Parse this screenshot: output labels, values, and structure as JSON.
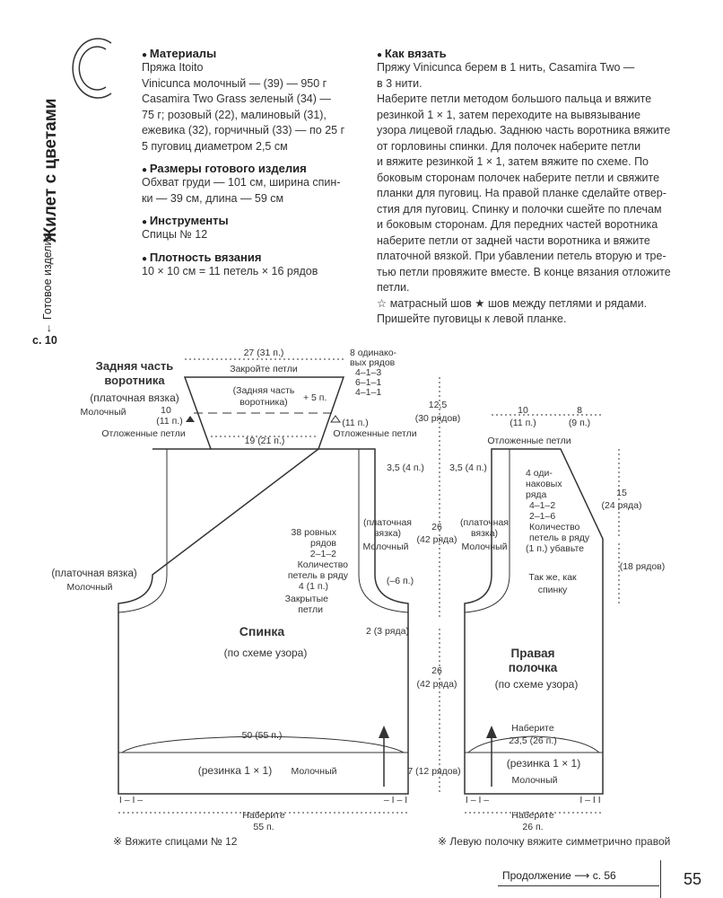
{
  "side": {
    "title": "Жилет с цветами",
    "subtitle": "Готовое изделие",
    "back_arrow": "←",
    "page_ref": "с. 10",
    "letter": "C"
  },
  "materials": {
    "heading": "Материалы",
    "lines": [
      "Пряжа Itoito",
      "Vinicunca молочный — (39) — 950 г",
      "Casamira Two Grass зеленый (34) —",
      "75 г; розовый (22), малиновый (31),",
      "ежевика (32), горчичный (33) — по 25 г",
      "5 пуговиц диаметром 2,5 см"
    ]
  },
  "sizes": {
    "heading": "Размеры готового изделия",
    "lines": [
      "Обхват груди — 101 см, ширина спин-",
      "ки — 39 см, длина — 59 см"
    ]
  },
  "tools": {
    "heading": "Инструменты",
    "lines": [
      "Спицы № 12"
    ]
  },
  "density": {
    "heading": "Плотность вязания",
    "lines": [
      "10 × 10 см = 11 петель × 16 рядов"
    ]
  },
  "howto": {
    "heading": "Как вязать",
    "lines": [
      "Пряжу Vinicunca берем в 1 нить, Casamira Two —",
      "в 3 нити.",
      "Наберите петли методом большого пальца и вяжите",
      "резинкой 1 × 1, затем переходите на вывязывание",
      "узора лицевой гладью. Заднюю часть воротника вяжите",
      "от горловины спинки. Для полочек наберите петли",
      "и вяжите резинкой 1 × 1, затем вяжите по схеме. По",
      "боковым сторонам полочек наберите петли и свяжите",
      "планки для пуговиц.  На правой планке сделайте отвер-",
      "стия для пуговиц. Спинку и полочки сшейте по плечам",
      "и боковым сторонам.  Для передних частей воротника",
      "наберите петли от задней части воротника и вяжите",
      "платочной вязкой. При убавлении петель вторую и тре-",
      "тью петли провяжите вместе. В конце вязания отложите",
      "петли."
    ],
    "legend_open": "☆",
    "legend_open_text": " матрасный шов ",
    "legend_filled": "★",
    "legend_filled_text": " шов между петлями и рядами.",
    "last_line": "Пришейте пуговицы к левой планке."
  },
  "diagram": {
    "collar_title_1": "Задняя часть",
    "collar_title_2": "воротника",
    "collar_knit": "(платочная вязка)",
    "collar_color": "Молочный",
    "collar_top_width": "27 (31 п.)",
    "collar_bind": "Закройте петли",
    "collar_inner_1": "(Задняя часть",
    "collar_inner_2": "воротника)",
    "collar_plus": "+ 5 п.",
    "dec_1": "8 одинако-",
    "dec_2": "вых рядов",
    "dec_3": "4–1–3",
    "dec_4": "6–1–1",
    "dec_5": "4–1–1",
    "left_10": "10",
    "left_11": "(11 п.)",
    "right_11": "(11 п.)",
    "set_aside_l": "Отложенные петли",
    "set_aside_r": "Отложенные петли",
    "neck_w": "19 (21 п.)",
    "h_125": "12,5",
    "h_125r": "(30 рядов)",
    "sh_35": "3,5 (4 п.)",
    "rows38_1": "38 ровных",
    "rows38_2": "рядов",
    "rows38_3": "2–1–2",
    "rows38_4": "Количество",
    "rows38_5": "петель в ряду",
    "rows38_6": "4 (1 п.)",
    "rows38_7": "Закрытые",
    "rows38_8": "петли",
    "arm_knit": "(платочная",
    "arm_knit2": "вязка)",
    "arm_color": "Молочный",
    "h_26a": "26",
    "h_26ar": "(42 ряда)",
    "minus6": "(–6 п.)",
    "r2": "2 (3 ряда)",
    "back_knit": "(платочная вязка)",
    "back_color": "Молочный",
    "back_title": "Спинка",
    "back_pattern": "(по схеме узора)",
    "h_26b": "26",
    "h_26br": "(42 ряда)",
    "back_w": "50 (55 п.)",
    "rib": "(резинка 1 × 1)",
    "rib_color": "Молочный",
    "h_7": "7 (12 рядов)",
    "rib_l": "I – I –",
    "rib_r": "– I – I",
    "cast_on": "Наберите",
    "cast_on_n": "55 п.",
    "note_l": "※ Вяжите спицами № 12",
    "f_10": "10",
    "f_11": "(11 п.)",
    "f_8": "8",
    "f_9": "(9 п.)",
    "f_aside": "Отложенные петли",
    "f_35": "3,5 (4 п.)",
    "f_dec_1": "4 оди-",
    "f_dec_2": "наковых",
    "f_dec_3": "ряда",
    "f_dec_4": "4–1–2",
    "f_dec_5": "2–1–6",
    "f_dec_6": "Количество",
    "f_dec_7": "петель в ряду",
    "f_dec_8": "(1 п.) убавьте",
    "f_15": "15",
    "f_15r": "(24 ряда)",
    "f_18r": "(18 рядов)",
    "f_knit": "(платочная",
    "f_knit2": "вязка)",
    "f_color": "Молочный",
    "f_same": "Так же, как",
    "f_same2": "спинку",
    "f_title_1": "Правая",
    "f_title_2": "полочка",
    "f_pattern": "(по схеме узора)",
    "f_castup": "Наберите",
    "f_castup_n": "23,5 (26 п.)",
    "f_rib": "(резинка 1 × 1)",
    "f_rib_color": "Молочный",
    "f_rib_l": "I – I –",
    "f_rib_r": "I – I I",
    "f_cast": "Наберите",
    "f_cast_n": "26 п.",
    "note_r": "※ Левую полочку вяжите симметрично правой"
  },
  "footer": {
    "continue": "Продолжение ⟶ с. 56",
    "page": "55"
  }
}
